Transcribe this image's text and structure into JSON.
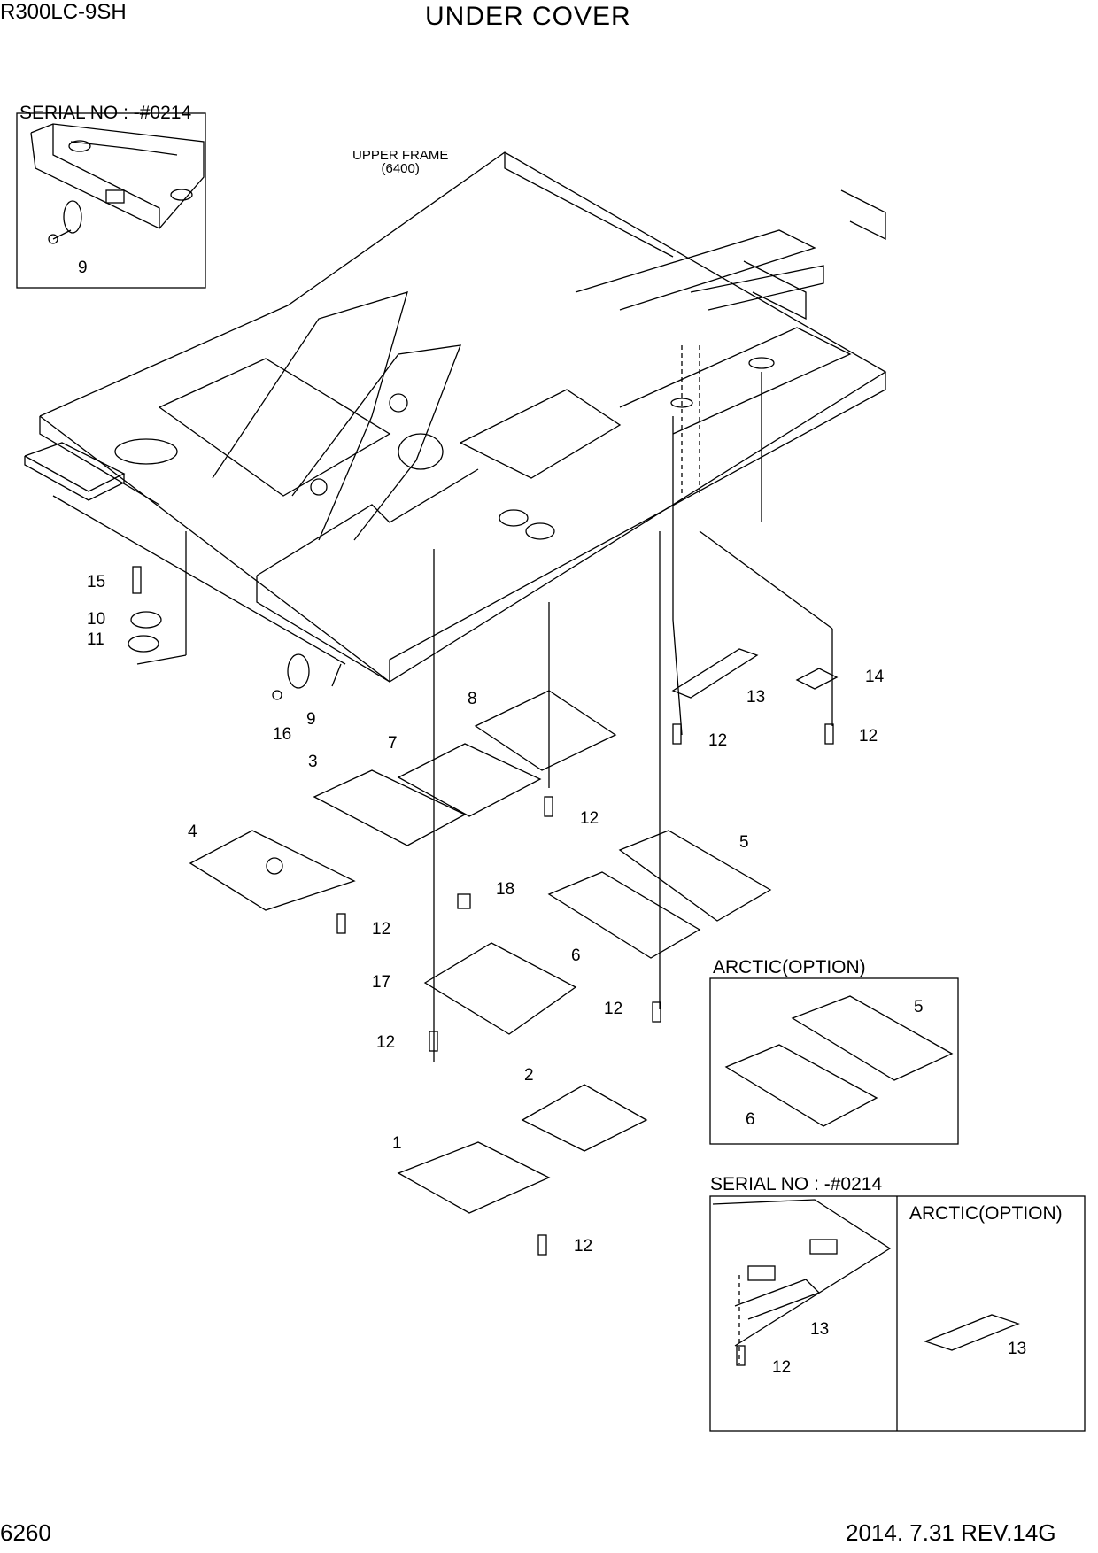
{
  "header": {
    "model": "R300LC-9SH",
    "title": "UNDER COVER"
  },
  "footer": {
    "page_number": "6260",
    "revision": "2014. 7.31  REV.14G"
  },
  "frame_label": {
    "line1": "UPPER FRAME",
    "line2": "(6400)"
  },
  "insets": {
    "top_left_serial": "SERIAL NO : -#0214",
    "arctic_right": "ARCTIC(OPTION)",
    "bottom_serial": "SERIAL NO : -#0214",
    "bottom_arctic": "ARCTIC(OPTION)"
  },
  "callouts": {
    "c1": "1",
    "c2": "2",
    "c3": "3",
    "c4": "4",
    "c5": "5",
    "c6": "6",
    "c7": "7",
    "c8": "8",
    "c9a": "9",
    "c9b": "9",
    "c10": "10",
    "c11": "11",
    "c12a": "12",
    "c12b": "12",
    "c12c": "12",
    "c12d": "12",
    "c12e": "12",
    "c12f": "12",
    "c12g": "12",
    "c12h": "12",
    "c13a": "13",
    "c13b": "13",
    "c13c": "13",
    "c14": "14",
    "c15": "15",
    "c16": "16",
    "c17": "17",
    "c18": "18",
    "c5b": "5",
    "c6b": "6"
  }
}
